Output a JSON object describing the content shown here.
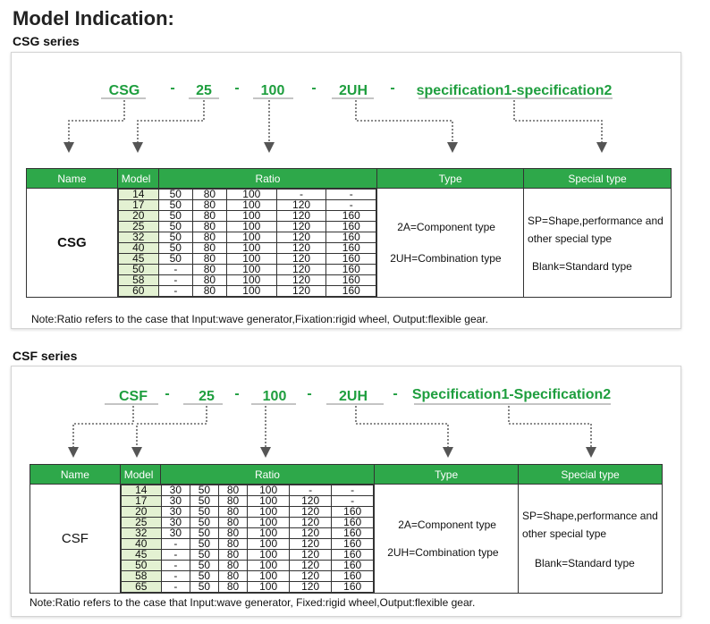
{
  "page_title": "Model Indication:",
  "sections": [
    {
      "title": "CSG series",
      "code": [
        "CSG",
        "-",
        "25",
        "-",
        "100",
        "-",
        "2UH",
        "-",
        "specification1-specification2"
      ],
      "headers": {
        "name": "Name",
        "model": "Model",
        "ratio": "Ratio",
        "type": "Type",
        "special": "Special type"
      },
      "name": "CSG",
      "rows": [
        [
          "14",
          "50",
          "80",
          "100",
          "-",
          "-"
        ],
        [
          "17",
          "50",
          "80",
          "100",
          "120",
          "-"
        ],
        [
          "20",
          "50",
          "80",
          "100",
          "120",
          "160"
        ],
        [
          "25",
          "50",
          "80",
          "100",
          "120",
          "160"
        ],
        [
          "32",
          "50",
          "80",
          "100",
          "120",
          "160"
        ],
        [
          "40",
          "50",
          "80",
          "100",
          "120",
          "160"
        ],
        [
          "45",
          "50",
          "80",
          "100",
          "120",
          "160"
        ],
        [
          "50",
          "-",
          "80",
          "100",
          "120",
          "160"
        ],
        [
          "58",
          "-",
          "80",
          "100",
          "120",
          "160"
        ],
        [
          "60",
          "-",
          "80",
          "100",
          "120",
          "160"
        ]
      ],
      "type_lines": [
        "2A=Component type",
        "2UH=Combination type"
      ],
      "special_lines": [
        "SP=Shape,performance and",
        "other special type",
        "Blank=Standard type"
      ],
      "note": "Note:Ratio refers to the case that Input:wave generator,Fixation:rigid wheel, Output:flexible gear."
    },
    {
      "title": "CSF series",
      "code": [
        "CSF",
        "-",
        "25",
        "-",
        "100",
        "-",
        "2UH",
        "-",
        "Specification1-Specification2"
      ],
      "headers": {
        "name": "Name",
        "model": "Model",
        "ratio": "Ratio",
        "type": "Type",
        "special": "Special type"
      },
      "name": "CSF",
      "rows": [
        [
          "14",
          "30",
          "50",
          "80",
          "100",
          "-",
          "-"
        ],
        [
          "17",
          "30",
          "50",
          "80",
          "100",
          "120",
          "-"
        ],
        [
          "20",
          "30",
          "50",
          "80",
          "100",
          "120",
          "160"
        ],
        [
          "25",
          "30",
          "50",
          "80",
          "100",
          "120",
          "160"
        ],
        [
          "32",
          "30",
          "50",
          "80",
          "100",
          "120",
          "160"
        ],
        [
          "40",
          "-",
          "50",
          "80",
          "100",
          "120",
          "160"
        ],
        [
          "45",
          "-",
          "50",
          "80",
          "100",
          "120",
          "160"
        ],
        [
          "50",
          "-",
          "50",
          "80",
          "100",
          "120",
          "160"
        ],
        [
          "58",
          "-",
          "50",
          "80",
          "100",
          "120",
          "160"
        ],
        [
          "65",
          "-",
          "50",
          "80",
          "100",
          "120",
          "160"
        ]
      ],
      "type_lines": [
        "2A=Component type",
        "2UH=Combination type"
      ],
      "special_lines": [
        "SP=Shape,performance and",
        "other special type",
        "Blank=Standard type"
      ],
      "note": "Note:Ratio refers to the case that Input:wave generator, Fixed:rigid wheel,Output:flexible gear."
    }
  ],
  "colors": {
    "header_green": "#2ea84a",
    "code_green": "#1e9e3e",
    "model_bg": "#e3f1d2"
  }
}
